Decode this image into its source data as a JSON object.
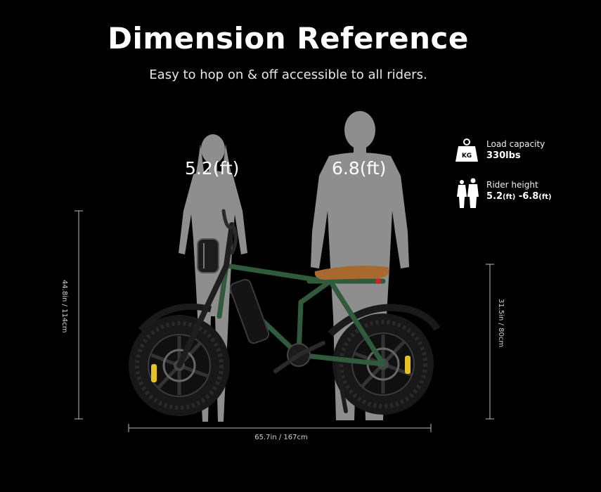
{
  "title": "Dimension Reference",
  "subtitle": "Easy to hop on & off accessible to all riders.",
  "riders": {
    "female_height": "5.2(ft)",
    "male_height": "6.8(ft)"
  },
  "specs": {
    "load": {
      "icon": "weight-kg-icon",
      "icon_text": "KG",
      "label": "Load capacity",
      "value": "330lbs"
    },
    "rider": {
      "icon": "riders-icon",
      "label": "Rider height",
      "value_min": "5.2",
      "value_sep": "-6.8",
      "unit": "(ft)"
    }
  },
  "dimensions": {
    "overall_height": "44.8in / 114cm",
    "seat_height": "31.5in / 80cm",
    "overall_length": "65.7in / 167cm"
  },
  "colors": {
    "background": "#000000",
    "silhouette": "#8e8e8e",
    "bike_frame": "#2f5a3c",
    "seat": "#a8692f",
    "rim_accent": "#e8c21c"
  }
}
